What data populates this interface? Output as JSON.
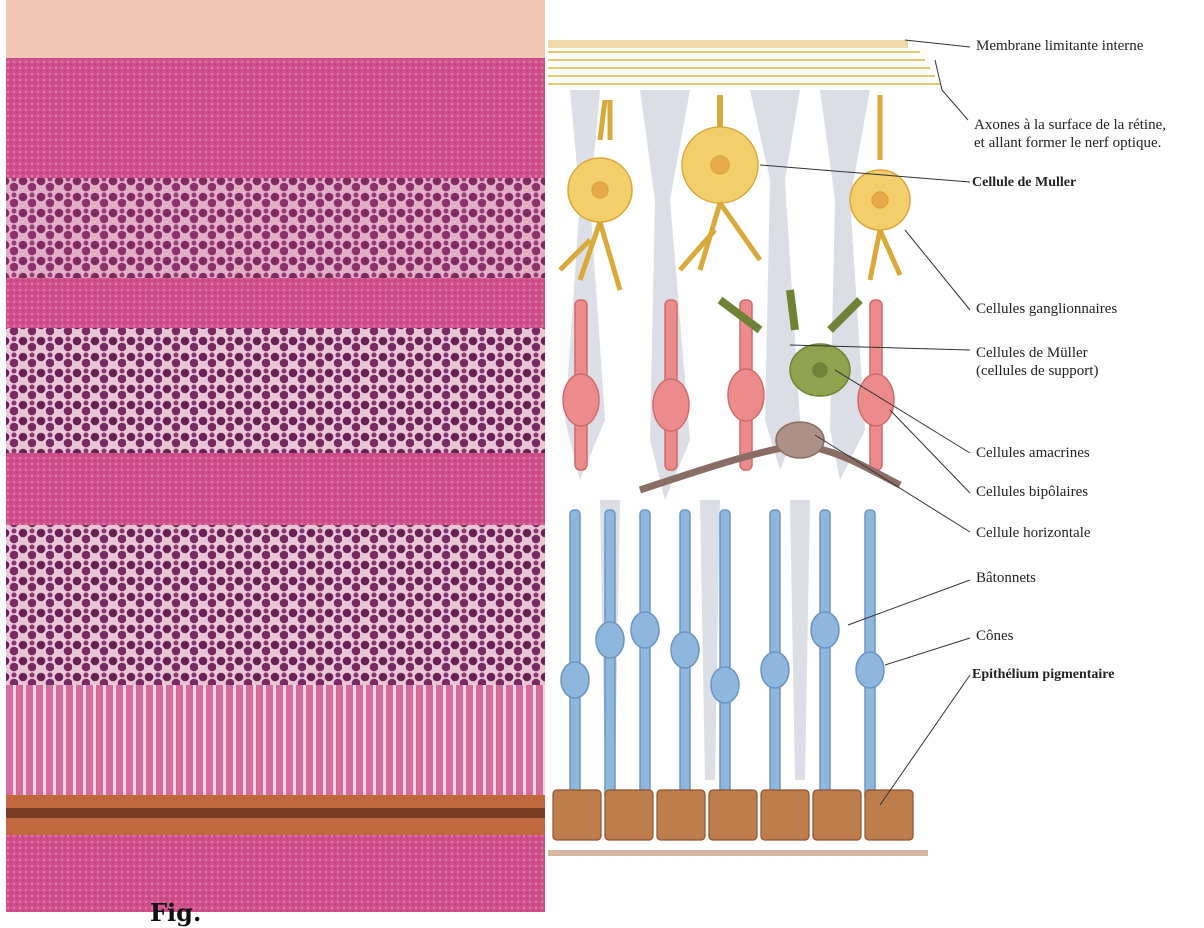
{
  "figure": {
    "caption": "Fig."
  },
  "labels": {
    "membrane": "Membrane limitante interne",
    "axones_line1": "Axones à la surface de la rétine,",
    "axones_line2": "et allant former le nerf optique.",
    "muller1": "Cellule de Muller",
    "ganglion": "Cellules ganglionnaires",
    "muller2_line1": "Cellules de Müller",
    "muller2_line2": "(cellules de support)",
    "amacrine": "Cellules amacrines",
    "bipolar": "Cellules bipôlaires",
    "horizontal": "Cellule horizontale",
    "rods": "Bâtonnets",
    "cones": "Cônes",
    "pigment": "Epithélium pigmentaire"
  },
  "colors": {
    "histology_base": "#d4558f",
    "histology_nuclei": "#5a1a45",
    "ganglion": "#f2cf6a",
    "bipolar": "#e98585",
    "amacrine": "#8fa150",
    "horizontal": "#a88f8a",
    "photoreceptor": "#8fb6dc",
    "muller": "#cfd3dc",
    "pigment": "#b97a4a"
  }
}
